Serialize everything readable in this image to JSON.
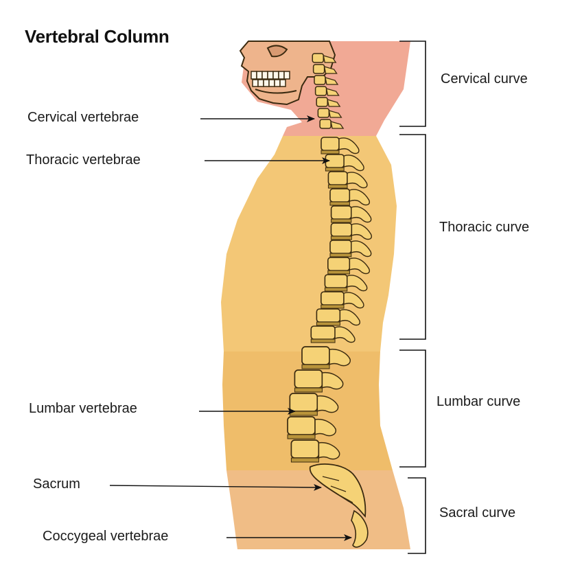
{
  "title": "Vertebral Column",
  "labels_left": {
    "cervical_vertebrae": "Cervical vertebrae",
    "thoracic_vertebrae": "Thoracic vertebrae",
    "lumbar_vertebrae": "Lumbar vertebrae",
    "sacrum": "Sacrum",
    "coccygeal_vertebrae": "Coccygeal vertebrae"
  },
  "labels_right": {
    "cervical_curve": "Cervical curve",
    "thoracic_curve": "Thoracic curve",
    "lumbar_curve": "Lumbar curve",
    "sacral_curve": "Sacral curve"
  },
  "colors": {
    "neck": "#f1a995",
    "thorax": "#f3c776",
    "lumbar": "#efbd6a",
    "sacral": "#f0bd86",
    "bone": "#f5d276",
    "bone_outline": "#3a2a10",
    "skull": "#eeb48c",
    "disc": "#b9943a",
    "line": "#111111"
  }
}
